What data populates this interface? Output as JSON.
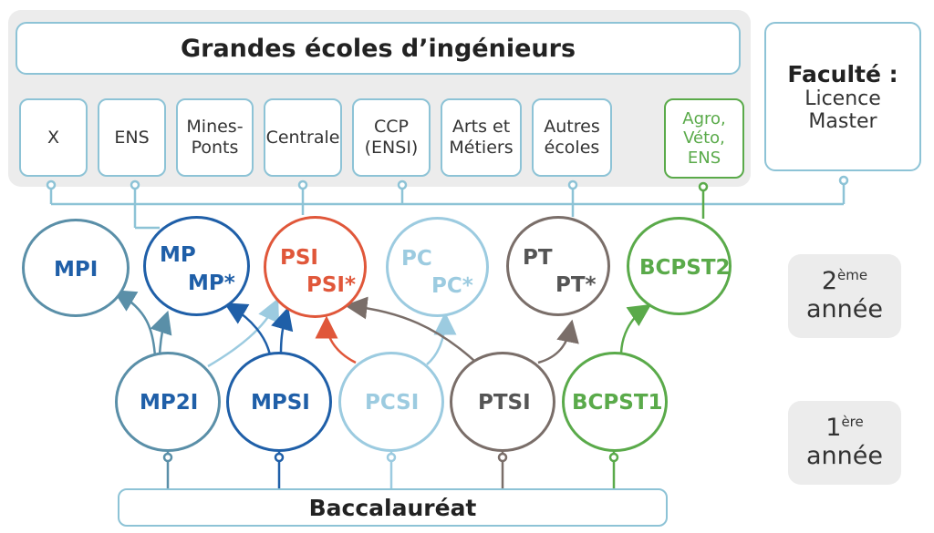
{
  "header": {
    "title": "Grandes écoles d’ingénieurs"
  },
  "schools": [
    {
      "label": "X"
    },
    {
      "label": "ENS"
    },
    {
      "label": "Mines-\nPonts"
    },
    {
      "label": "Centrale"
    },
    {
      "label": "CCP\n(ENSI)"
    },
    {
      "label": "Arts et\nMétiers"
    },
    {
      "label": "Autres\nécoles"
    },
    {
      "label": "Agro,\nVéto,\nENS"
    }
  ],
  "faculty": {
    "title": "Faculté :",
    "line1": "Licence",
    "line2": "Master"
  },
  "second_year": [
    {
      "label": "MPI"
    },
    {
      "label": "MP",
      "label2": "MP*"
    },
    {
      "label": "PSI",
      "label2": "PSI*"
    },
    {
      "label": "PC",
      "label2": "PC*"
    },
    {
      "label": "PT",
      "label2": "PT*"
    },
    {
      "label": "BCPST2"
    }
  ],
  "first_year": [
    {
      "label": "MP2I"
    },
    {
      "label": "MPSI"
    },
    {
      "label": "PCSI"
    },
    {
      "label": "PTSI"
    },
    {
      "label": "BCPST1"
    }
  ],
  "year_labels": {
    "second": {
      "num": "2",
      "sup": "ème",
      "word": "année"
    },
    "first": {
      "num": "1",
      "sup": "ère",
      "word": "année"
    }
  },
  "footer": {
    "label": "Baccalauréat"
  },
  "colors": {
    "mpi": "#5a8fa8",
    "mp": "#1f5fa8",
    "psi": "#e0573a",
    "pc": "#9ccbe0",
    "pt": "#7a6e69",
    "bcpst": "#5aaa4a",
    "connector": "#8dc3d6"
  }
}
